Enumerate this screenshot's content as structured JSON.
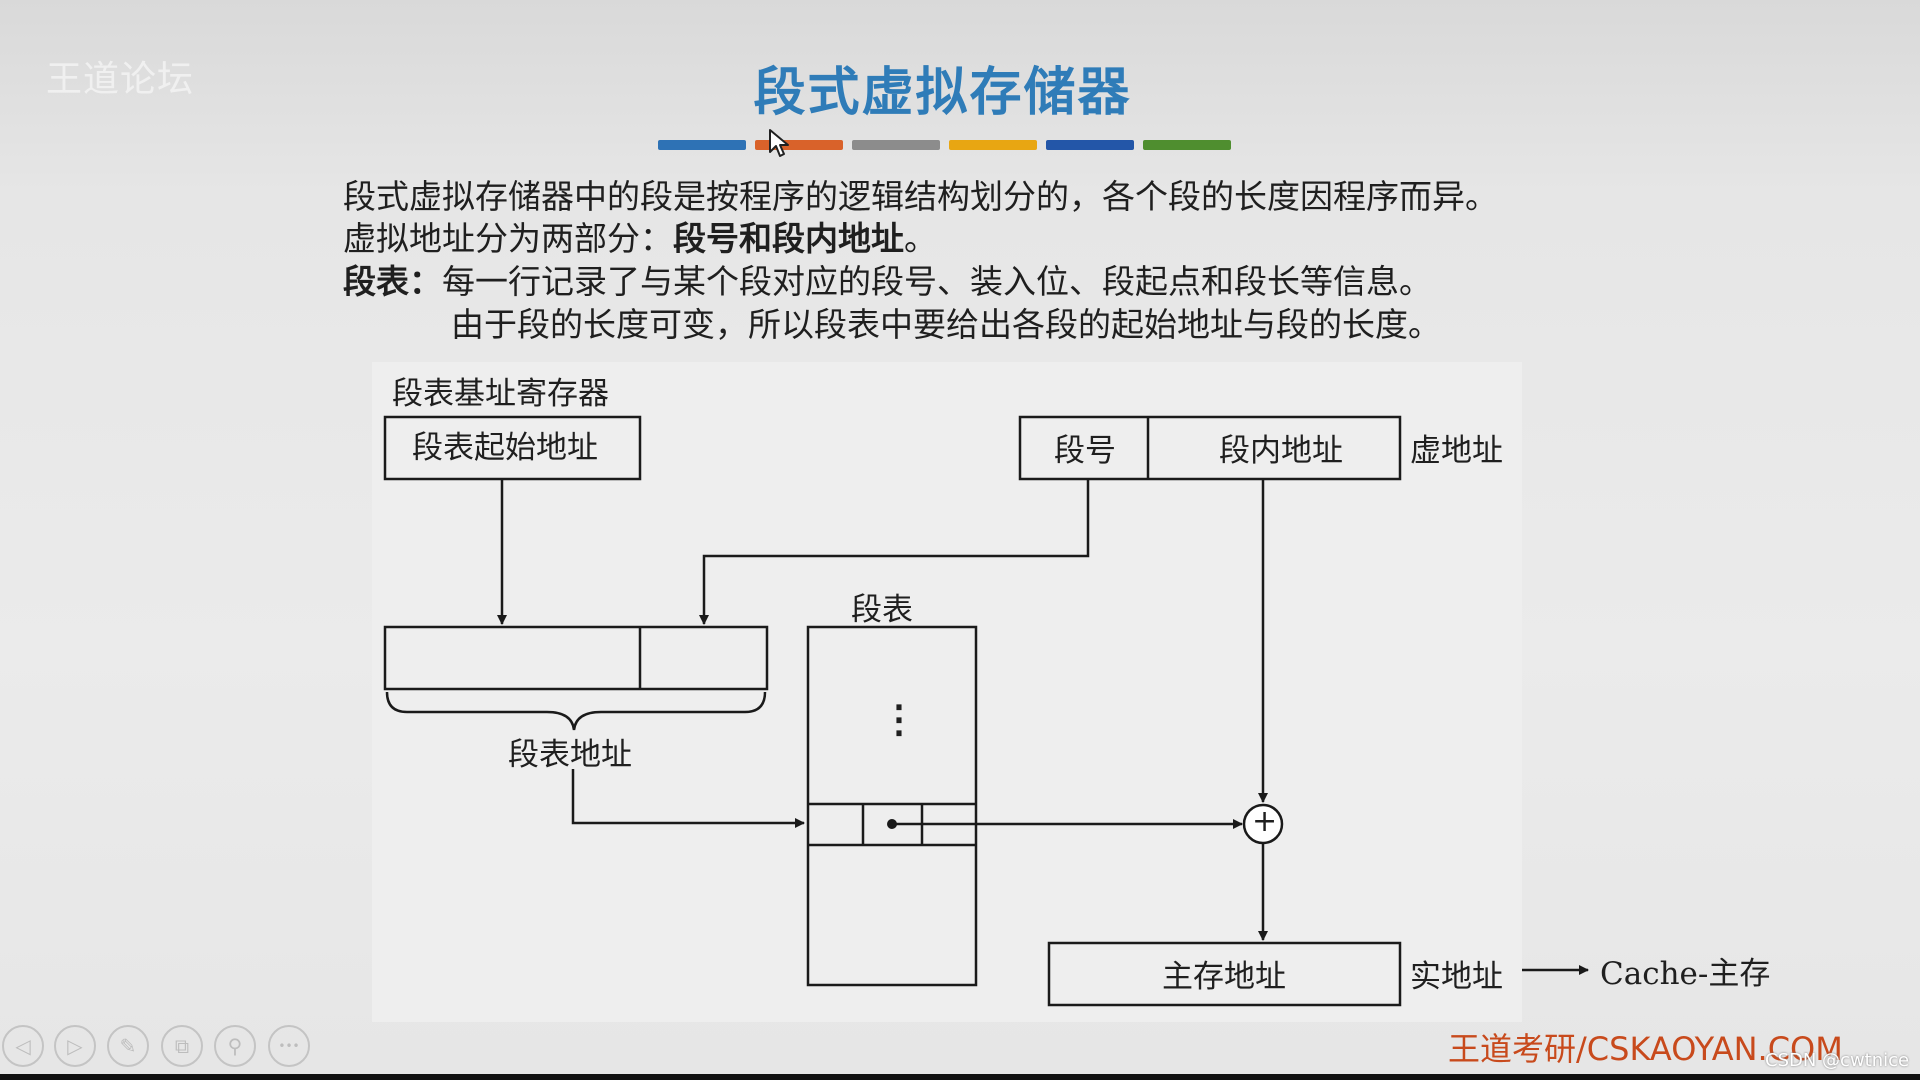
{
  "watermark": {
    "text": "王道论坛",
    "mark": "王道考研"
  },
  "title": "段式虚拟存储器",
  "color_bars": [
    "#2e72b5",
    "#d9622a",
    "#8c8c8c",
    "#e8a612",
    "#2356a8",
    "#4f8e2f"
  ],
  "paragraphs": {
    "line1": "段式虚拟存储器中的段是按程序的逻辑结构划分的，各个段的长度因程序而异。",
    "line2_prefix": "虚拟地址分为两部分：",
    "line2_bold": "段号和段内地址",
    "line2_suffix": "。",
    "line3_bold": "段表：",
    "line3_text": "每一行记录了与某个段对应的段号、装入位、段起点和段长等信息。",
    "line4": "由于段的长度可变，所以段表中要给出各段的起始地址与段的长度。"
  },
  "diagram": {
    "base_register_label": "段表基址寄存器",
    "base_register_box": "段表起始地址",
    "segment_number": "段号",
    "segment_offset": "段内地址",
    "virtual_address_label": "虚地址",
    "segment_table_label": "段表",
    "segment_table_address_label": "段表地址",
    "ellipsis": "⋮",
    "adder_symbol": "+",
    "main_memory_address": "主存地址",
    "real_address_label": "实地址",
    "arrow_target": "Cache-主存"
  },
  "toolbar": {
    "prev_icon": "◁",
    "next_icon": "▷",
    "pen_icon": "✎",
    "copy_icon": "⧉",
    "zoom_icon": "⚲",
    "more_icon": "•••"
  },
  "brand": "王道考研/CSKAOYAN.COM",
  "csdn_watermark": "CSDN @cwtnice"
}
